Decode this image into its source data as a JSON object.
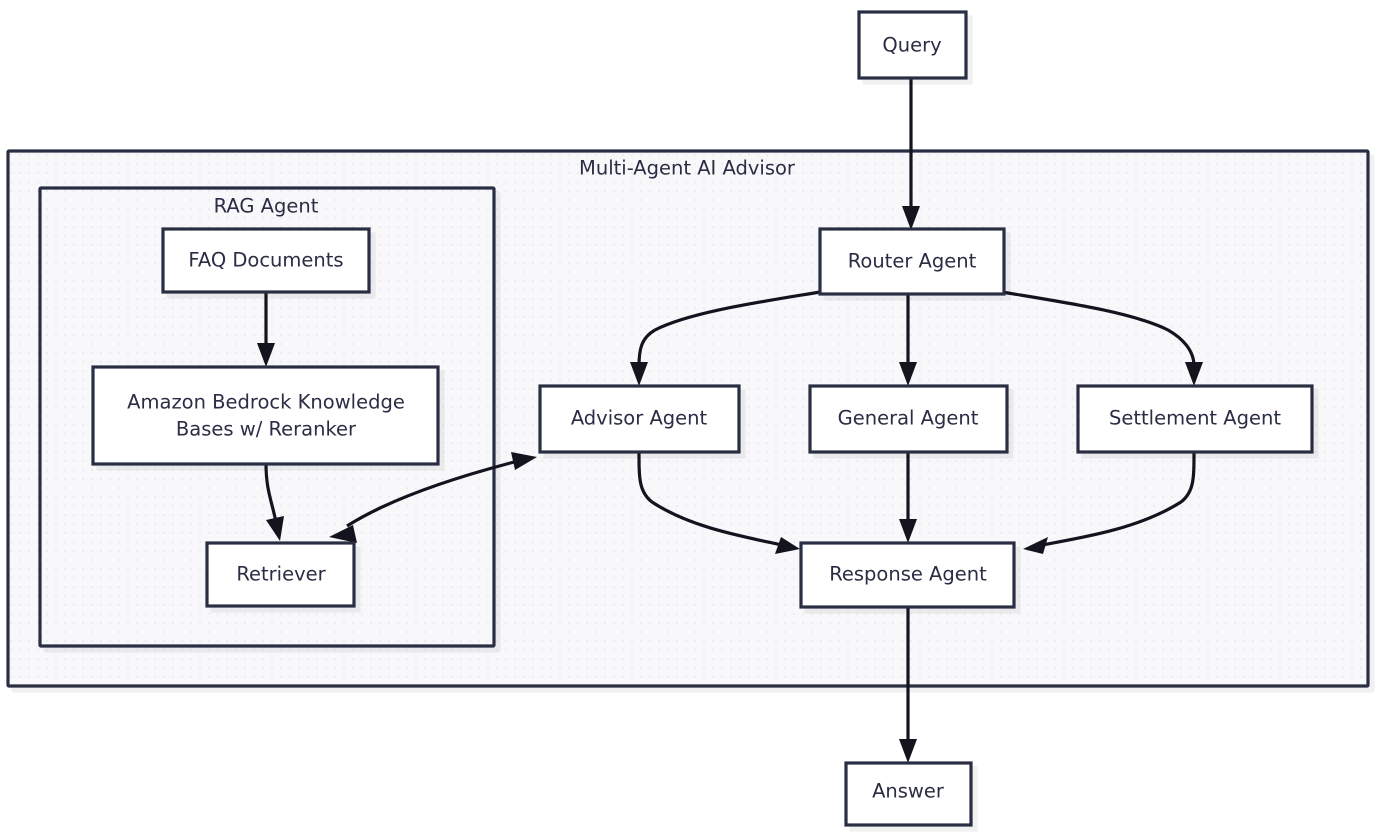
{
  "diagram": {
    "title_visible": false,
    "background_color": "#ffffff",
    "node_border_color": "#2a2d43",
    "node_fill_color": "#ffffff",
    "edge_color": "#14141f",
    "cluster_fill_color": "#f7f7fb",
    "clusters": [
      {
        "id": "multi_agent",
        "label": "Multi-Agent AI Advisor"
      },
      {
        "id": "rag_agent",
        "label": "RAG Agent"
      }
    ],
    "nodes": [
      {
        "id": "query",
        "label": "Query"
      },
      {
        "id": "router",
        "label": "Router Agent"
      },
      {
        "id": "advisor",
        "label": "Advisor Agent"
      },
      {
        "id": "general",
        "label": "General Agent"
      },
      {
        "id": "settlement",
        "label": "Settlement Agent"
      },
      {
        "id": "response",
        "label": "Response Agent"
      },
      {
        "id": "answer",
        "label": "Answer"
      },
      {
        "id": "faq",
        "label": "FAQ Documents"
      },
      {
        "id": "kb_line1",
        "label": "Amazon Bedrock Knowledge"
      },
      {
        "id": "kb_line2",
        "label": "Bases w/ Reranker"
      },
      {
        "id": "retriever",
        "label": "Retriever"
      }
    ],
    "edges": [
      {
        "from": "query",
        "to": "router",
        "direction": "one-way"
      },
      {
        "from": "router",
        "to": "advisor",
        "direction": "one-way"
      },
      {
        "from": "router",
        "to": "general",
        "direction": "one-way"
      },
      {
        "from": "router",
        "to": "settlement",
        "direction": "one-way"
      },
      {
        "from": "advisor",
        "to": "response",
        "direction": "one-way"
      },
      {
        "from": "general",
        "to": "response",
        "direction": "one-way"
      },
      {
        "from": "settlement",
        "to": "response",
        "direction": "one-way"
      },
      {
        "from": "response",
        "to": "answer",
        "direction": "one-way"
      },
      {
        "from": "faq",
        "to": "kb",
        "direction": "one-way"
      },
      {
        "from": "kb",
        "to": "retriever",
        "direction": "one-way"
      },
      {
        "from": "retriever",
        "to": "advisor",
        "direction": "two-way"
      }
    ]
  }
}
